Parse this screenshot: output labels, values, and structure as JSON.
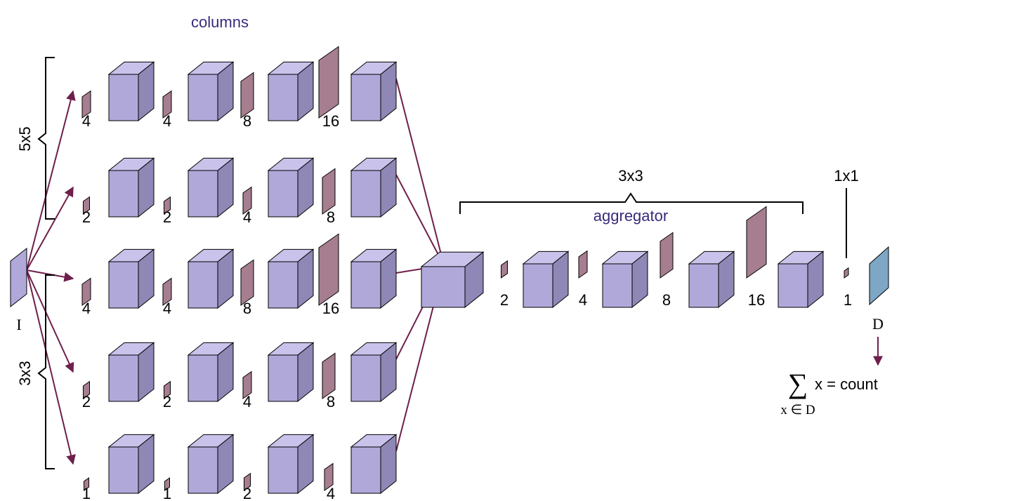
{
  "colors": {
    "cube_front": "#b1a8da",
    "cube_top": "#c9c2ea",
    "cube_side": "#8f87b5",
    "filter": "#a67e8f",
    "output_map": "#7da7c4",
    "arrow": "#6e1f4b",
    "title": "#3a2a7a"
  },
  "labels": {
    "columns": "columns",
    "aggregator": "aggregator",
    "branch_5x5": "5x5",
    "branch_3x3": "3x3",
    "agg_kernel": "3x3",
    "final_kernel": "1x1",
    "input": "I",
    "density": "D",
    "sum_symbol": "∑",
    "sum_body": "x = count",
    "sum_subscript": "x ∈ D"
  },
  "columns": [
    {
      "filters": [
        "4",
        "4",
        "8",
        "16"
      ]
    },
    {
      "filters": [
        "2",
        "2",
        "4",
        "8"
      ]
    },
    {
      "filters": [
        "4",
        "4",
        "8",
        "16"
      ]
    },
    {
      "filters": [
        "2",
        "2",
        "4",
        "8"
      ]
    },
    {
      "filters": [
        "1",
        "1",
        "2",
        "4"
      ]
    }
  ],
  "aggregator": {
    "filters": [
      "2",
      "4",
      "8",
      "16"
    ]
  },
  "final": {
    "filter": "1"
  }
}
